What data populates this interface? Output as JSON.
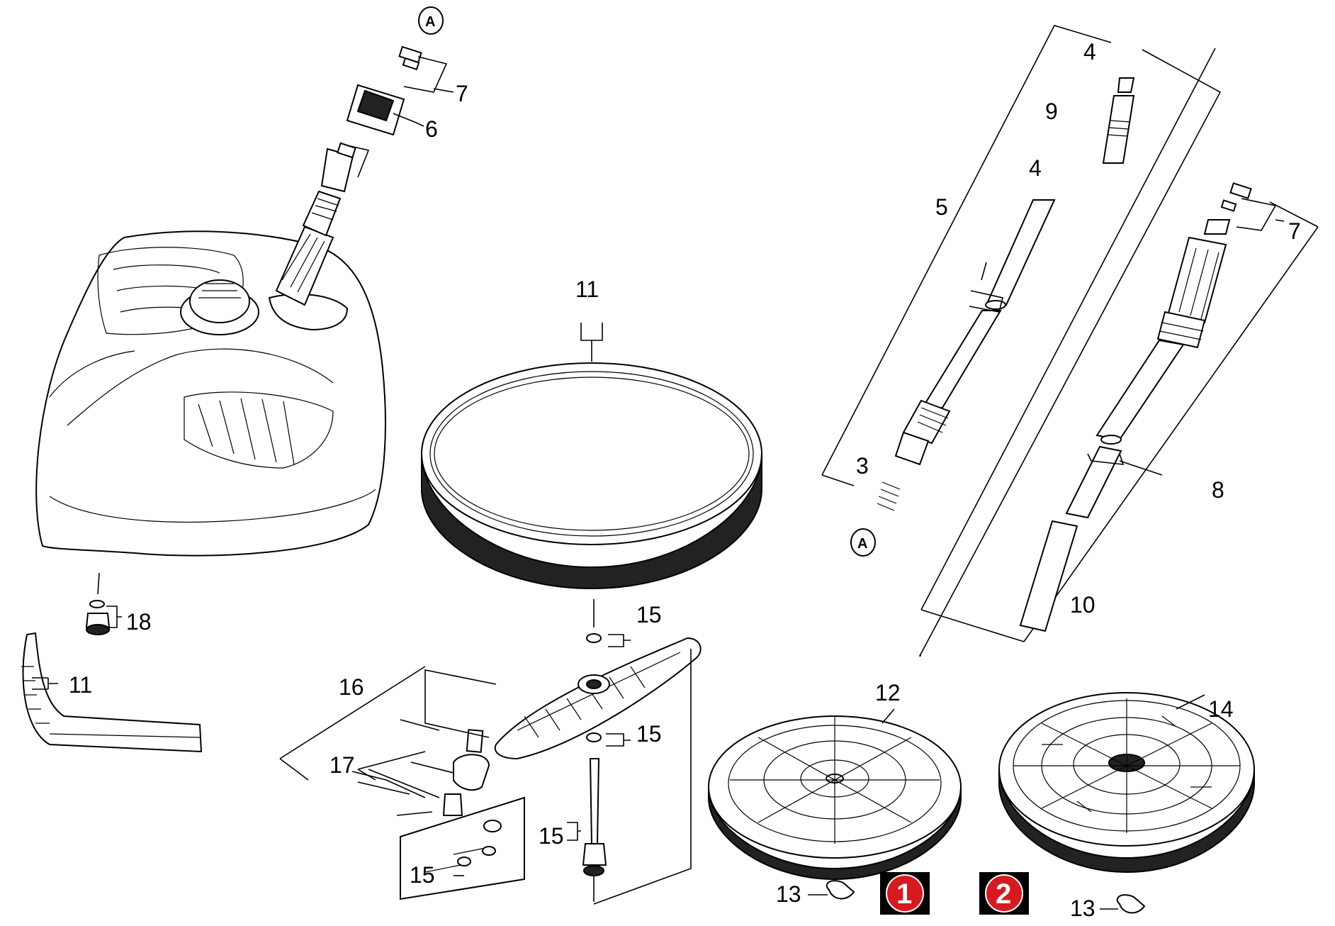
{
  "labels": {
    "p3": "3",
    "p4a": "4",
    "p4b": "4",
    "p5": "5",
    "p6": "6",
    "p7a": "7",
    "p7b": "7",
    "p8": "8",
    "p9": "9",
    "p10": "10",
    "p11a": "11",
    "p11b": "11",
    "p12": "12",
    "p13a": "13",
    "p13b": "13",
    "p14": "14",
    "p15a": "15",
    "p15b": "15",
    "p15c": "15",
    "p15d": "15",
    "p16": "16",
    "p17": "17",
    "p18": "18"
  },
  "references": {
    "ref_a_top": "A",
    "ref_a_bottom": "A"
  },
  "badges": {
    "variant_1": "1",
    "variant_2": "2"
  },
  "colors": {
    "badge_red": "#d71920",
    "line": "#000000",
    "highlight_fill": "#e6e6e6"
  }
}
